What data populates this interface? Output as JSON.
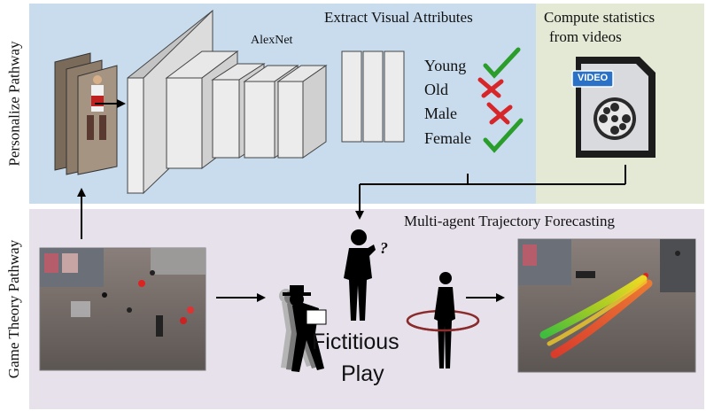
{
  "side_labels": {
    "personalize": "Personalize Pathway",
    "game_theory": "Game Theory Pathway"
  },
  "titles": {
    "extract": "Extract Visual Attributes",
    "alexnet": "AlexNet",
    "compute_line1": "Compute statistics",
    "compute_line2": "from videos",
    "forecast": "Multi-agent Trajectory Forecasting",
    "fictitious_line1": "Fictitious",
    "fictitious_line2": "Play"
  },
  "attributes": [
    {
      "label": "Young",
      "mark": "check"
    },
    {
      "label": "Old",
      "mark": "cross"
    },
    {
      "label": "Male",
      "mark": "cross"
    },
    {
      "label": "Female",
      "mark": "check"
    }
  ],
  "video_icon": {
    "label": "VIDEO"
  },
  "question_mark": "?",
  "colors": {
    "top_band": "#c9dcee",
    "stats_band": "#e4e9d5",
    "bottom_band": "#e7e1ec",
    "check": "#2a9d2a",
    "cross": "#d6262a"
  }
}
